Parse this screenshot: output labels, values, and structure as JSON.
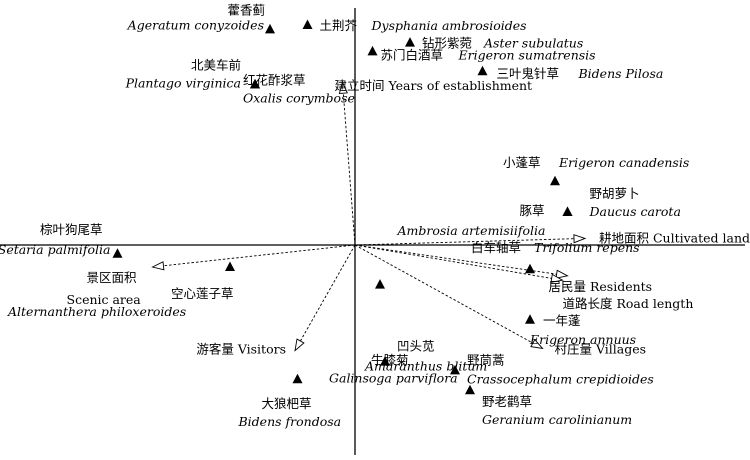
{
  "chart_data": {
    "type": "scatter",
    "title": "",
    "xlabel": "",
    "ylabel": "",
    "xlim": [
      -1,
      1
    ],
    "ylim": [
      -1,
      1
    ],
    "grid": false,
    "species": [
      {
        "cn": "藿香蓟",
        "latin": "Ageratum conyzoides",
        "x": -0.34,
        "y": 0.98
      },
      {
        "cn": "土荆芥",
        "latin": "Dysphania ambrosioides",
        "x": -0.19,
        "y": 1.0
      },
      {
        "cn": "钻形紫菀",
        "latin": "Aster subulatus",
        "x": 0.22,
        "y": 0.92
      },
      {
        "cn": "苏门白酒草",
        "latin": "Erigeron sumatrensis",
        "x": 0.07,
        "y": 0.88
      },
      {
        "cn": "三叶鬼针草",
        "latin": "Bidens Pilosa",
        "x": 0.51,
        "y": 0.79
      },
      {
        "cn": "北美车前",
        "latin": "Plantago virginica",
        "x": -0.4,
        "y": 0.73
      },
      {
        "cn": "红花酢浆草",
        "latin": "Oxalis corymbose",
        "x": -0.4,
        "y": 0.73
      },
      {
        "cn": "小蓬草",
        "latin": "Erigeron canadensis",
        "x": 0.8,
        "y": 0.29
      },
      {
        "cn": "豚草",
        "latin": "Ambrosia artemisiifolia",
        "x": 0.85,
        "y": 0.15
      },
      {
        "cn": "野胡萝卜",
        "latin": "Daucus carota",
        "x": 0.85,
        "y": 0.15
      },
      {
        "cn": "棕叶狗尾草",
        "latin": "Setaria palmifolia",
        "x": -0.95,
        "y": -0.04
      },
      {
        "cn": "空心莲子草",
        "latin": "Alternanthera philoxeroides",
        "x": -0.5,
        "y": -0.1
      },
      {
        "cn": "白车轴草",
        "latin": "Trifolium repens",
        "x": 0.7,
        "y": -0.11
      },
      {
        "cn": "凹头苋",
        "latin": "Amaranthus blitum",
        "x": 0.1,
        "y": -0.18
      },
      {
        "cn": "一年蓬",
        "latin": "Erigeron annuus",
        "x": 0.7,
        "y": -0.34
      },
      {
        "cn": "牛膝菊",
        "latin": "Galinsoga parviflora",
        "x": 0.12,
        "y": -0.53
      },
      {
        "cn": "大狼杷草",
        "latin": "Bidens frondosa",
        "x": -0.23,
        "y": -0.61
      },
      {
        "cn": "野茼蒿",
        "latin": "Crassocephalum crepidioides",
        "x": 0.4,
        "y": -0.57
      },
      {
        "cn": "野老鹳草",
        "latin": "Geranium carolinianum",
        "x": 0.46,
        "y": -0.66
      }
    ],
    "variables": [
      {
        "cn": "建立时间",
        "en": "Years of establishment",
        "x": -0.05,
        "y": 0.74
      },
      {
        "cn": "耕地面积",
        "en": "Cultivated land",
        "x": 0.92,
        "y": 0.03
      },
      {
        "cn": "景区面积",
        "en": "Scenic area",
        "x": -0.81,
        "y": -0.1
      },
      {
        "cn": "居民量",
        "en": "Residents",
        "x": 0.85,
        "y": -0.14
      },
      {
        "cn": "道路长度",
        "en": "Road length",
        "x": 0.83,
        "y": -0.16
      },
      {
        "cn": "游客量",
        "en": "Visitors",
        "x": -0.24,
        "y": -0.48
      },
      {
        "cn": "村庄量",
        "en": "Villages",
        "x": 0.75,
        "y": -0.47
      }
    ]
  }
}
